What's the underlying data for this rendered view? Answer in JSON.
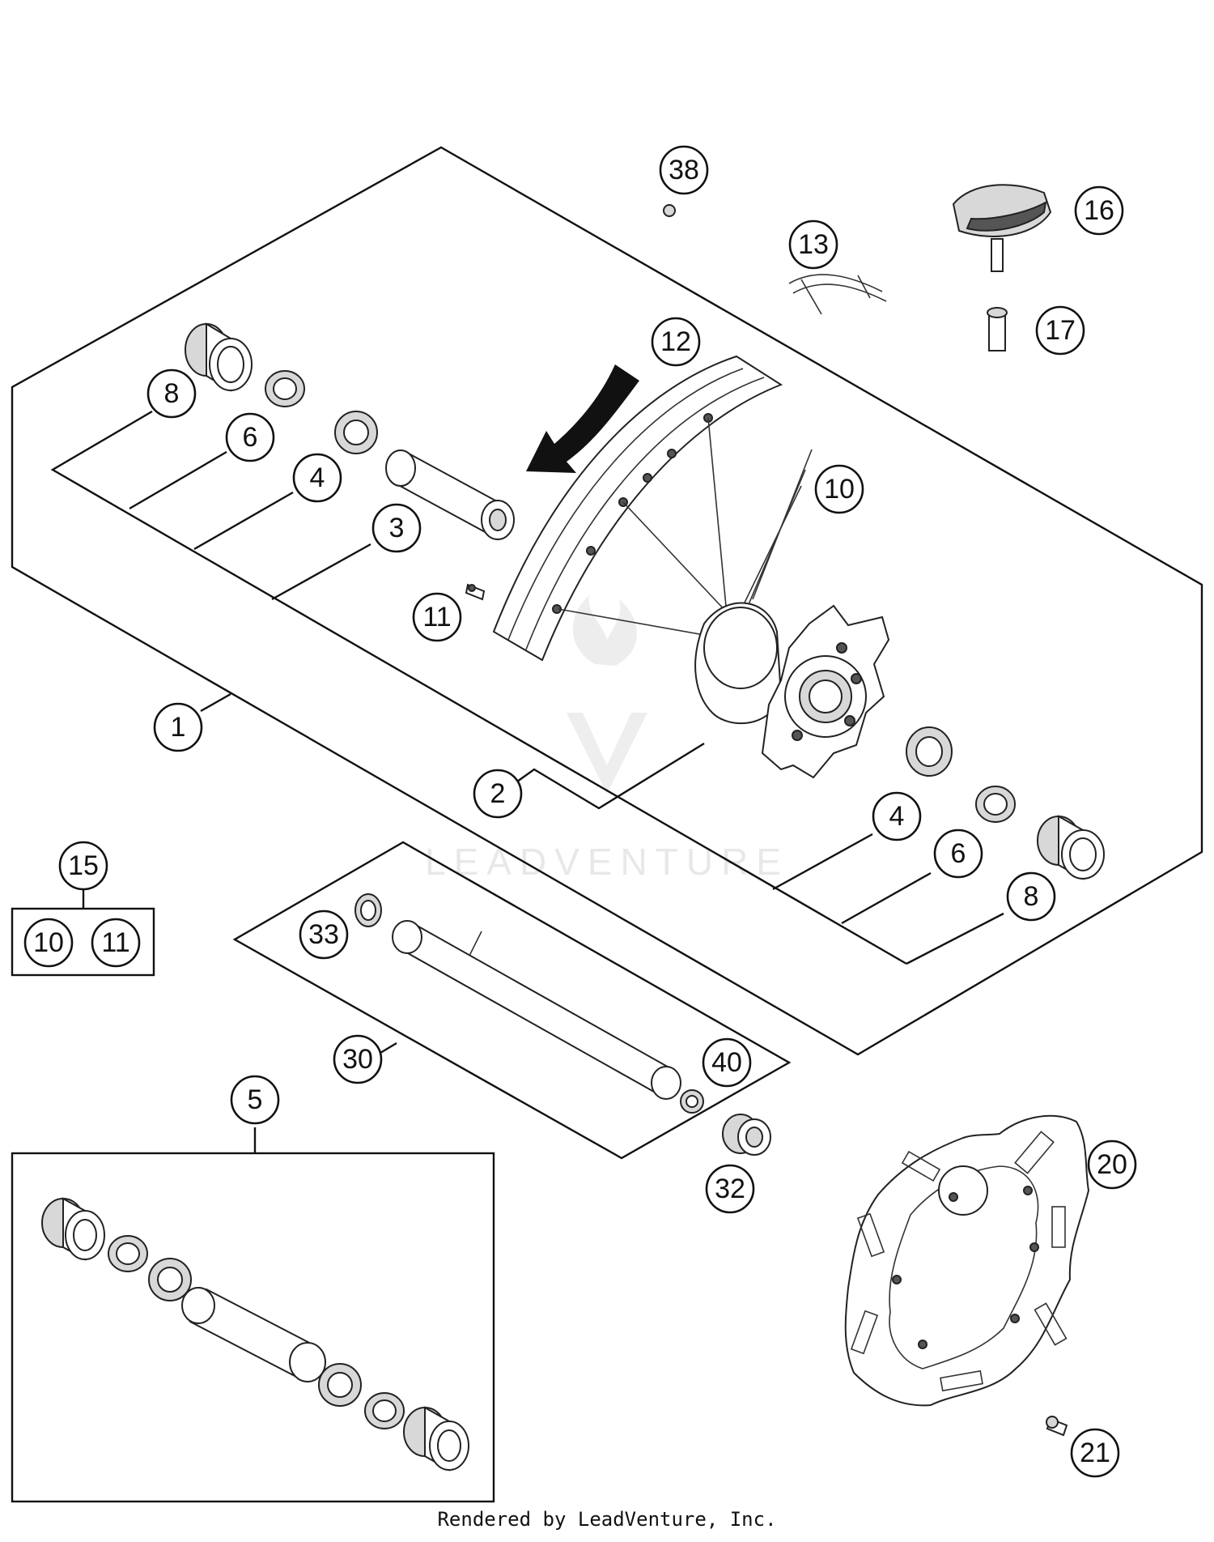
{
  "callouts": {
    "c38": "38",
    "c16": "16",
    "c13": "13",
    "c17": "17",
    "c12": "12",
    "c8a": "8",
    "c6a": "6",
    "c4a": "4",
    "c3": "3",
    "c10a": "10",
    "c11a": "11",
    "c1": "1",
    "c2": "2",
    "c4b": "4",
    "c6b": "6",
    "c8b": "8",
    "c15": "15",
    "c10b": "10",
    "c11b": "11",
    "c33": "33",
    "c30": "30",
    "c40": "40",
    "c32": "32",
    "c5": "5",
    "c20": "20",
    "c21": "21"
  },
  "watermark": "LEADVENTURE",
  "credit": "Rendered by LeadVenture, Inc."
}
